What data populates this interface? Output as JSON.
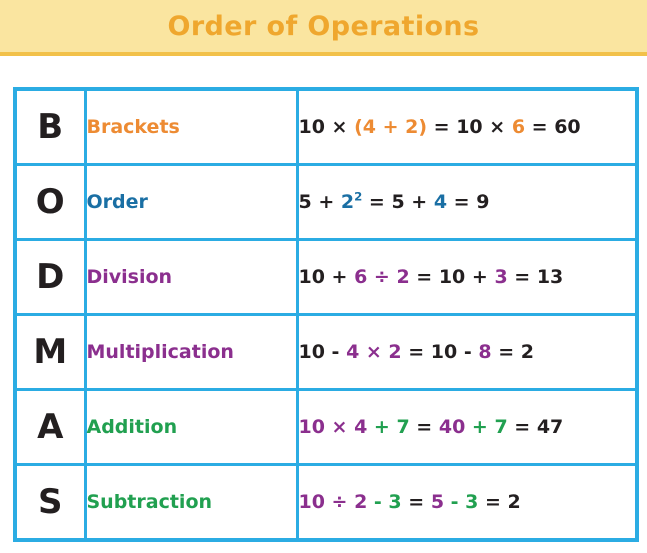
{
  "header": {
    "title": "Order of Operations",
    "background_color": "#FAE5A0",
    "text_color": "#EFA72E",
    "rule_color": "#F2C14A"
  },
  "table": {
    "border_color": "#2BACE3",
    "rows": [
      {
        "letter": "B",
        "name": "Brackets",
        "name_color": "#ED8B33",
        "equation_plain": "10 × (4 + 2) = 10 × 6 = 60",
        "equation_parts": [
          {
            "text": "10 × ",
            "color": "black"
          },
          {
            "text": "(4 + 2)",
            "color": "orange"
          },
          {
            "text": " = 10 × ",
            "color": "black"
          },
          {
            "text": "6",
            "color": "orange"
          },
          {
            "text": " = 60",
            "color": "black"
          }
        ]
      },
      {
        "letter": "O",
        "name": "Order",
        "name_color": "#1A6FA4",
        "equation_plain": "5 + 2² = 5 + 4 = 9",
        "equation_parts": [
          {
            "text": "5 + ",
            "color": "black"
          },
          {
            "text": "2",
            "color": "blue",
            "sup": "2"
          },
          {
            "text": " = 5 + ",
            "color": "black"
          },
          {
            "text": "4",
            "color": "blue"
          },
          {
            "text": " = 9",
            "color": "black"
          }
        ]
      },
      {
        "letter": "D",
        "name": "Division",
        "name_color": "#8B2F8E",
        "equation_plain": "10 + 6 ÷ 2 = 10 + 3 = 13",
        "equation_parts": [
          {
            "text": "10 + ",
            "color": "black"
          },
          {
            "text": "6 ÷ 2",
            "color": "purple"
          },
          {
            "text": " = 10 + ",
            "color": "black"
          },
          {
            "text": "3",
            "color": "purple"
          },
          {
            "text": " = 13",
            "color": "black"
          }
        ]
      },
      {
        "letter": "M",
        "name": "Multiplication",
        "name_color": "#8B2F8E",
        "equation_plain": "10 - 4 × 2 = 10 - 8 = 2",
        "equation_parts": [
          {
            "text": "10 - ",
            "color": "black"
          },
          {
            "text": "4 × 2",
            "color": "purple"
          },
          {
            "text": " = 10 - ",
            "color": "black"
          },
          {
            "text": "8",
            "color": "purple"
          },
          {
            "text": " = 2",
            "color": "black"
          }
        ]
      },
      {
        "letter": "A",
        "name": "Addition",
        "name_color": "#21A050",
        "equation_plain": "10 × 4 + 7 = 40 + 7 = 47",
        "equation_parts": [
          {
            "text": "10 × 4",
            "color": "purple"
          },
          {
            "text": " + 7",
            "color": "green"
          },
          {
            "text": " = ",
            "color": "black"
          },
          {
            "text": "40",
            "color": "purple"
          },
          {
            "text": " + 7",
            "color": "green"
          },
          {
            "text": " = 47",
            "color": "black"
          }
        ]
      },
      {
        "letter": "S",
        "name": "Subtraction",
        "name_color": "#21A050",
        "equation_plain": "10 ÷ 2 - 3 = 5 - 3 = 2",
        "equation_parts": [
          {
            "text": "10 ÷ 2",
            "color": "purple"
          },
          {
            "text": " - 3",
            "color": "green"
          },
          {
            "text": " = ",
            "color": "black"
          },
          {
            "text": "5",
            "color": "purple"
          },
          {
            "text": " - 3",
            "color": "green"
          },
          {
            "text": " = 2",
            "color": "black"
          }
        ]
      }
    ]
  }
}
